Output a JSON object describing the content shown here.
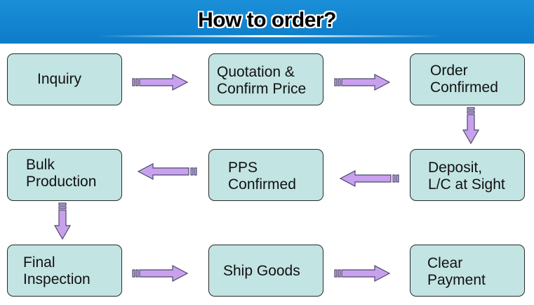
{
  "title": "How to order?",
  "colors": {
    "header_blue": "#1188d6",
    "box_fill": "#c2e4e3",
    "arrow_fill": "#c9a0ee"
  },
  "steps": [
    {
      "label": "Inquiry"
    },
    {
      "label": "Quotation &\nConfirm Price"
    },
    {
      "label": "Order\nConfirmed"
    },
    {
      "label": "Deposit,\nL/C at Sight"
    },
    {
      "label": "PPS\nConfirmed"
    },
    {
      "label": "Bulk\nProduction"
    },
    {
      "label": "Final\nInspection"
    },
    {
      "label": "Ship Goods"
    },
    {
      "label": "Clear\nPayment"
    }
  ]
}
